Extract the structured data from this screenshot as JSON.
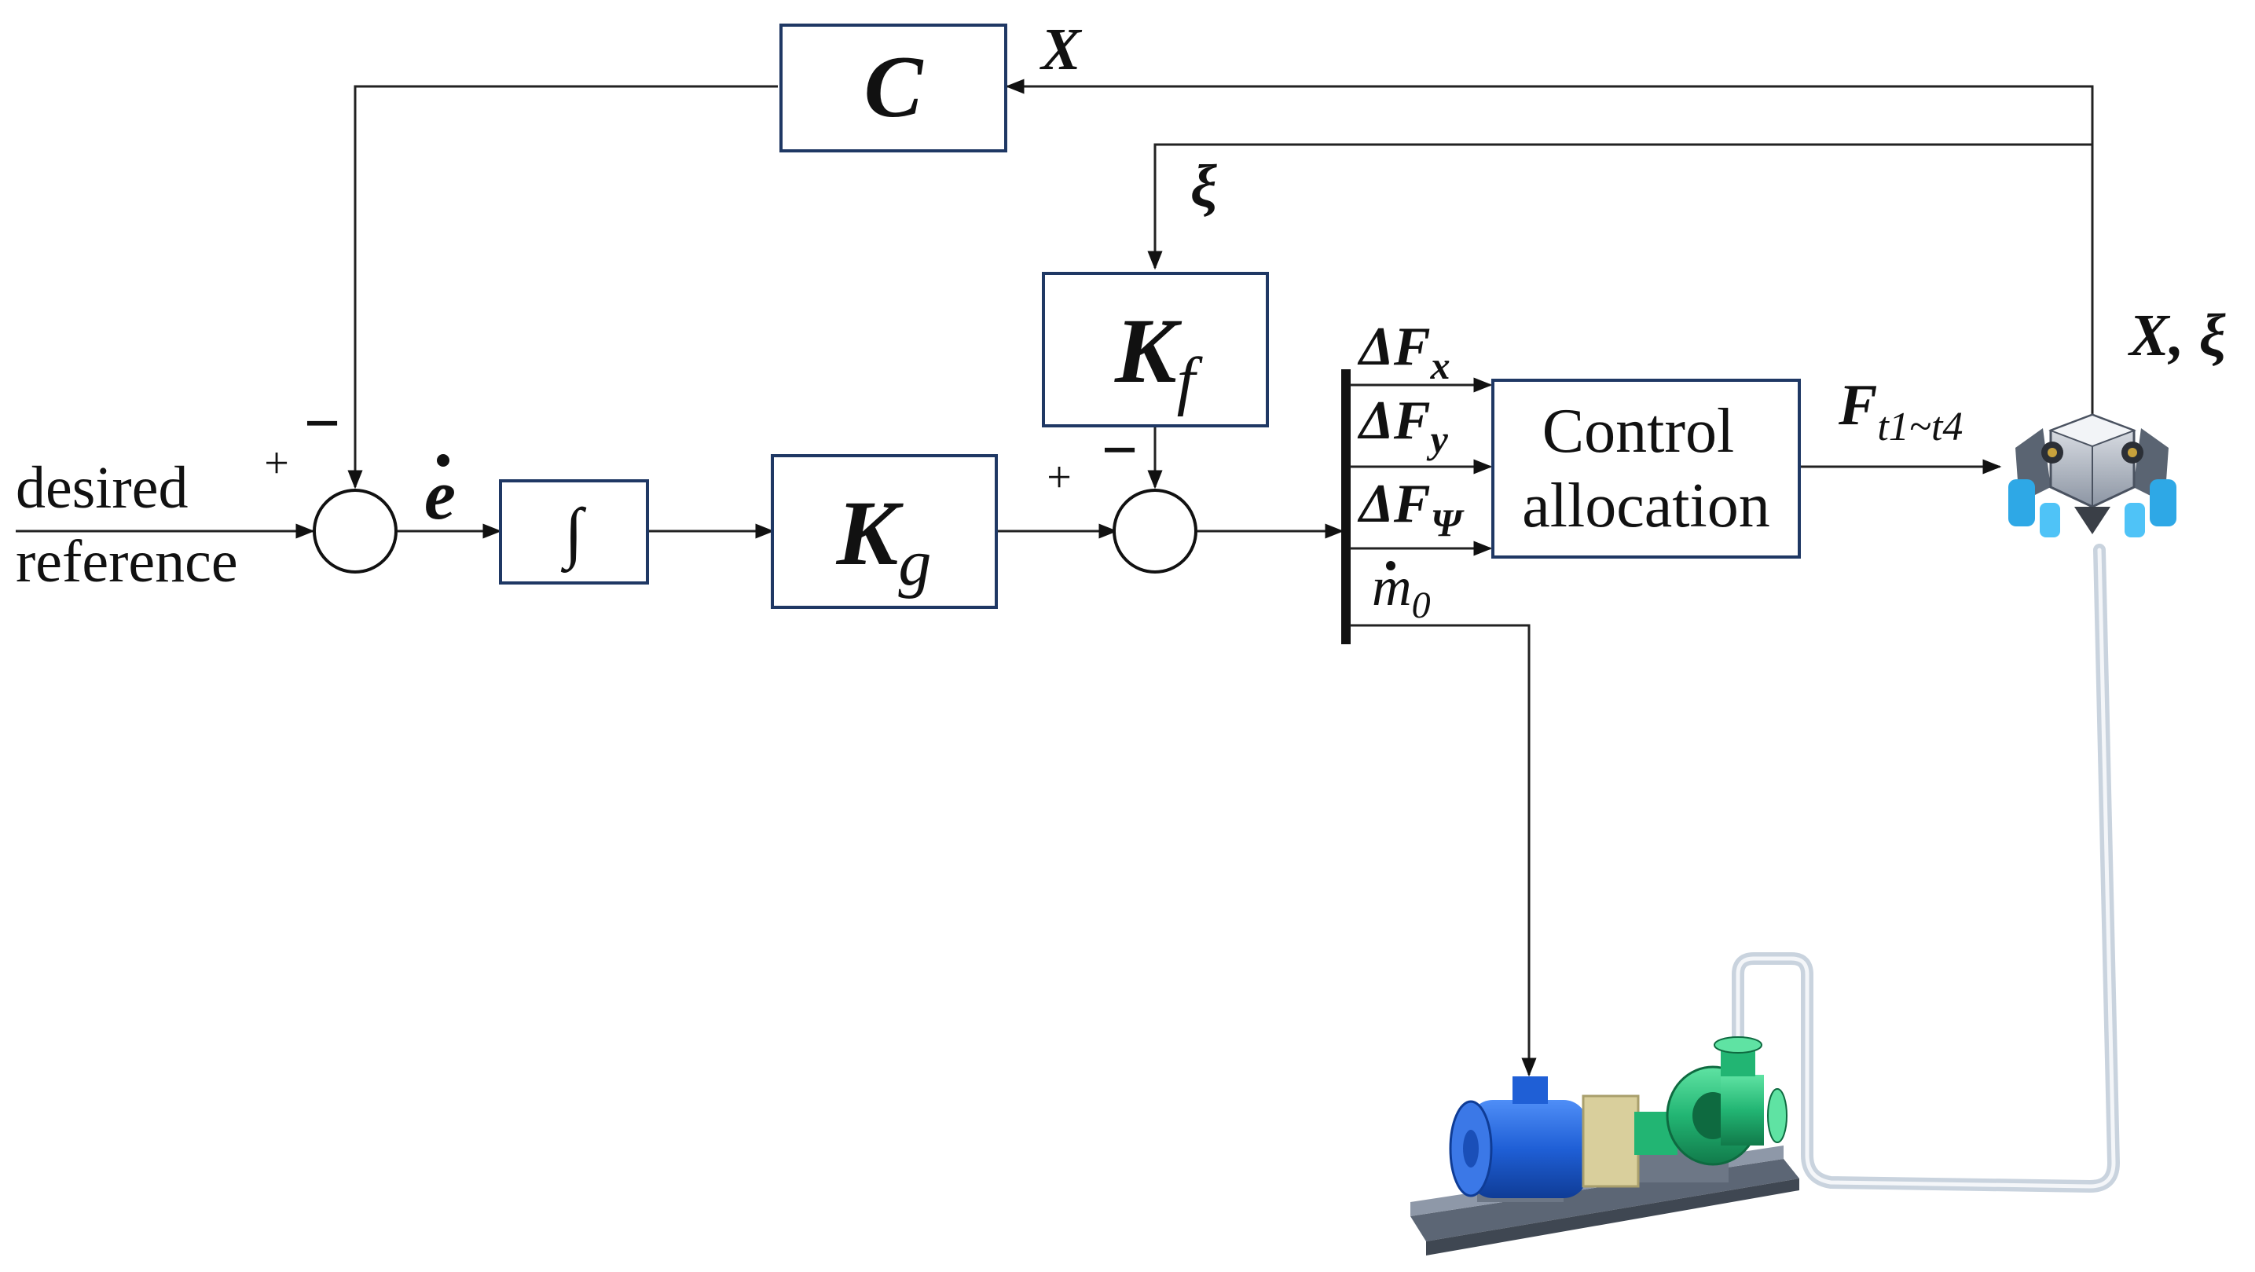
{
  "blocks": {
    "c": "C",
    "integrator": "∫",
    "kg": "K",
    "kg_sub": "g",
    "kf": "K",
    "kf_sub": "f",
    "control_allocation": [
      "Control",
      "allocation"
    ]
  },
  "signals": {
    "x_feedback": "X",
    "xi_feedback": "ξ",
    "x_xi_output": "X, ξ",
    "e_dot": "e",
    "input": [
      "desired",
      "reference"
    ],
    "force": "F",
    "force_sub": "t1~t4",
    "dfx": "ΔF",
    "dfx_sub": "x",
    "dfy": "ΔF",
    "dfy_sub": "y",
    "dfpsi": "ΔF",
    "dfpsi_sub": "Ψ",
    "mdot": "m",
    "mdot_sub": "0"
  },
  "sum1_signs": {
    "plus": "+",
    "minus": "−"
  },
  "sum2_signs": {
    "plus": "+",
    "minus": "−"
  },
  "colors": {
    "block_border": "#1f3864",
    "wire": "#222222",
    "pump_motor": "#1f5fd6",
    "pump_casing": "#22b573",
    "pipe": "#c9d3de"
  },
  "icons": {
    "robot": "robot-icon",
    "pump": "pump-icon"
  }
}
